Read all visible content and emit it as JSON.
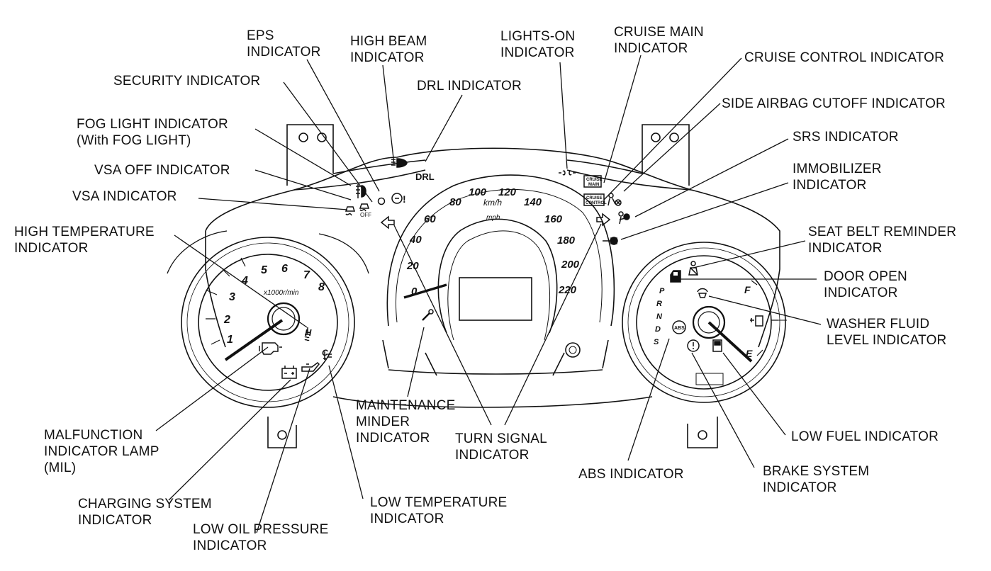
{
  "labels": {
    "eps": [
      "EPS",
      "INDICATOR"
    ],
    "high_beam": [
      "HIGH BEAM",
      "INDICATOR"
    ],
    "lights_on": [
      "LIGHTS-ON",
      "INDICATOR"
    ],
    "cruise_main": [
      "CRUISE MAIN",
      "INDICATOR"
    ],
    "cruise_control": [
      "CRUISE CONTROL INDICATOR"
    ],
    "security": [
      "SECURITY INDICATOR"
    ],
    "drl": [
      "DRL INDICATOR"
    ],
    "side_airbag": [
      "SIDE AIRBAG CUTOFF INDICATOR"
    ],
    "fog_light": [
      "FOG LIGHT INDICATOR",
      "(With FOG LIGHT)"
    ],
    "srs": [
      "SRS INDICATOR"
    ],
    "vsa_off": [
      "VSA OFF INDICATOR"
    ],
    "immobilizer": [
      "IMMOBILIZER",
      "INDICATOR"
    ],
    "vsa": [
      "VSA INDICATOR"
    ],
    "high_temp": [
      "HIGH TEMPERATURE",
      "INDICATOR"
    ],
    "seat_belt": [
      "SEAT BELT REMINDER",
      "INDICATOR"
    ],
    "door_open": [
      "DOOR OPEN",
      "INDICATOR"
    ],
    "washer_fluid": [
      "WASHER FLUID",
      "LEVEL INDICATOR"
    ],
    "maintenance": [
      "MAINTENANCE",
      "MINDER",
      "INDICATOR"
    ],
    "mil": [
      "MALFUNCTION",
      "INDICATOR LAMP",
      "(MIL)"
    ],
    "turn_signal": [
      "TURN SIGNAL",
      "INDICATOR"
    ],
    "low_fuel": [
      "LOW FUEL INDICATOR"
    ],
    "abs": [
      "ABS INDICATOR"
    ],
    "brake": [
      "BRAKE SYSTEM",
      "INDICATOR"
    ],
    "charging": [
      "CHARGING SYSTEM",
      "INDICATOR"
    ],
    "low_temp": [
      "LOW TEMPERATURE",
      "INDICATOR"
    ],
    "low_oil": [
      "LOW OIL PRESSURE",
      "INDICATOR"
    ]
  },
  "gauges": {
    "tach_numbers": [
      "1",
      "2",
      "3",
      "4",
      "5",
      "6",
      "7",
      "8"
    ],
    "tach_unit": "x1000r/min",
    "speed_kmh": [
      "0",
      "20",
      "40",
      "60",
      "80",
      "100",
      "120",
      "140",
      "160",
      "180",
      "200",
      "220"
    ],
    "speed_unit_kmh": "km/h",
    "speed_unit_mph": "mph",
    "drl_text": "DRL",
    "prnds": [
      "P",
      "R",
      "N",
      "D",
      "S"
    ],
    "fuel_full": "F",
    "fuel_empty": "E",
    "temp_hot": "H",
    "temp_cold": "C",
    "vsa_off_text": "OFF",
    "cruise_main_text": [
      "CRUISE",
      "MAIN"
    ],
    "cruise_control_text": [
      "CRUISE",
      "CONTROL"
    ],
    "abs_text": "ABS"
  },
  "colors": {
    "ink": "#111111",
    "background": "#ffffff"
  }
}
